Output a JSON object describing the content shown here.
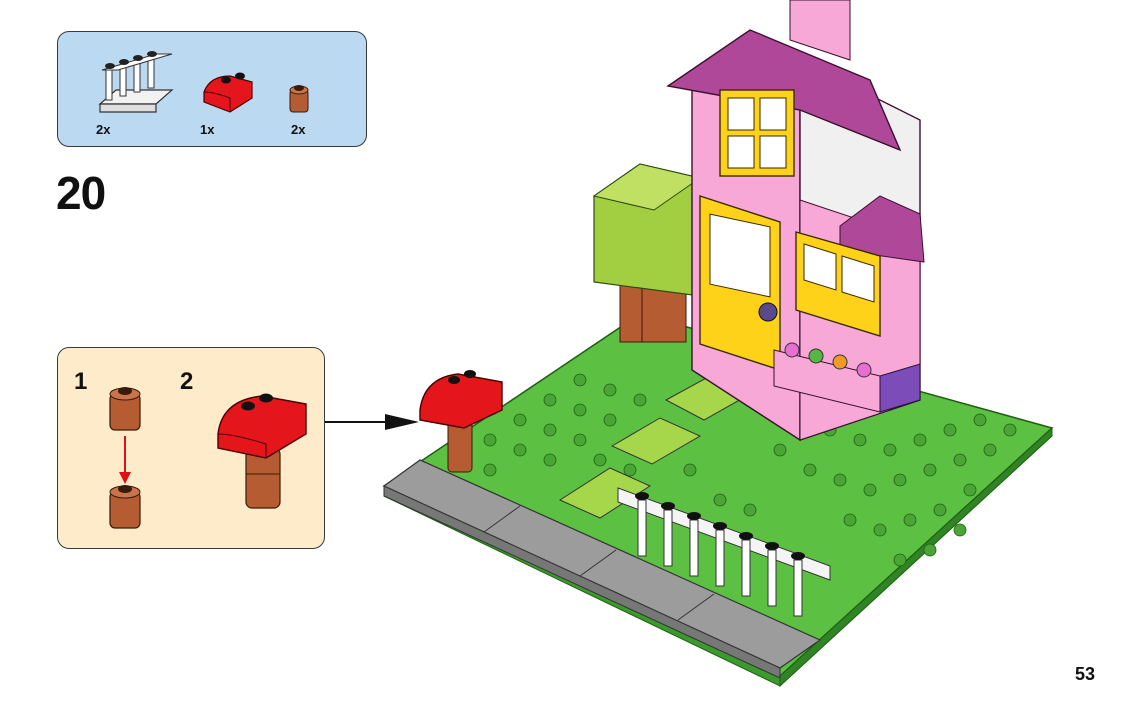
{
  "parts_list": {
    "items": [
      {
        "name": "white-fence-icon",
        "qty": "2x"
      },
      {
        "name": "red-curved-slope-icon",
        "qty": "1x"
      },
      {
        "name": "brown-round-brick-icon",
        "qty": "2x"
      }
    ]
  },
  "step": {
    "number": "20"
  },
  "sub_assembly": {
    "steps": [
      {
        "number": "1"
      },
      {
        "number": "2"
      }
    ]
  },
  "page": {
    "number": "53"
  },
  "colors": {
    "parts_bg": "#bcd9f2",
    "sub_bg": "#fdebc9",
    "baseplate": "#5cc043",
    "house_pink": "#f7a8d6",
    "roof_purple": "#b0489a",
    "window_yellow": "#ffd21a",
    "mushroom_red": "#e4161b",
    "trunk_brown": "#b65c33"
  }
}
